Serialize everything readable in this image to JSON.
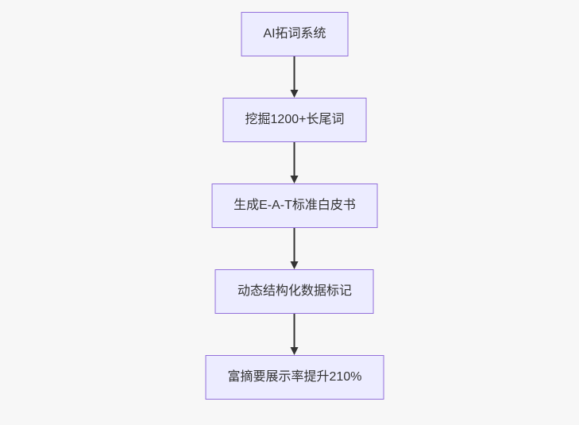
{
  "diagram": {
    "type": "flowchart-top-down",
    "colors": {
      "node_fill": "#ECECFF",
      "node_border": "#9370DB",
      "arrow": "#333333",
      "text": "#333333",
      "page_background": "#f7f7f7"
    },
    "nodes": [
      {
        "label": "AI拓词系统"
      },
      {
        "label": "挖掘1200+长尾词"
      },
      {
        "label": "生成E-A-T标准白皮书"
      },
      {
        "label": "动态结构化数据标记"
      },
      {
        "label": "富摘要展示率提升210%"
      }
    ]
  }
}
